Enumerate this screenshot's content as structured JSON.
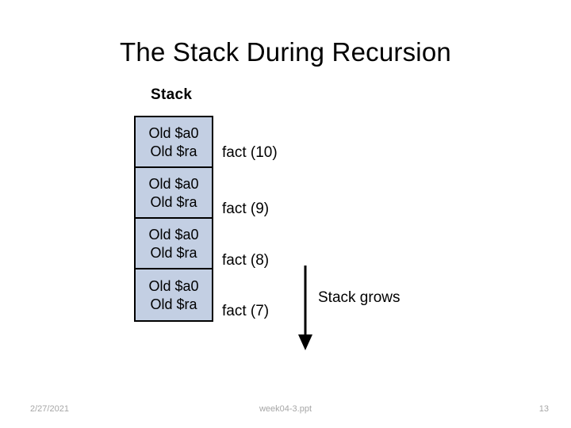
{
  "slide": {
    "title": "The Stack During Recursion",
    "diagram": {
      "stack_heading": "Stack",
      "frames": [
        {
          "line1": "Old $a0",
          "line2": "Old $ra",
          "call_label": "fact (10)"
        },
        {
          "line1": "Old $a0",
          "line2": "Old $ra",
          "call_label": "fact (9)"
        },
        {
          "line1": "Old $a0",
          "line2": "Old $ra",
          "call_label": "fact (8)"
        },
        {
          "line1": "Old $a0",
          "line2": "Old $ra",
          "call_label": "fact (7)"
        }
      ],
      "growth_label": "Stack grows",
      "growth_arrow_direction": "down",
      "frame_fill_color": "#c3cfe3",
      "frame_border_color": "#000000"
    }
  },
  "footer": {
    "date": "2/27/2021",
    "file_name": "week04-3.ppt",
    "page_number": "13",
    "text_color": "#a6a6a6"
  }
}
